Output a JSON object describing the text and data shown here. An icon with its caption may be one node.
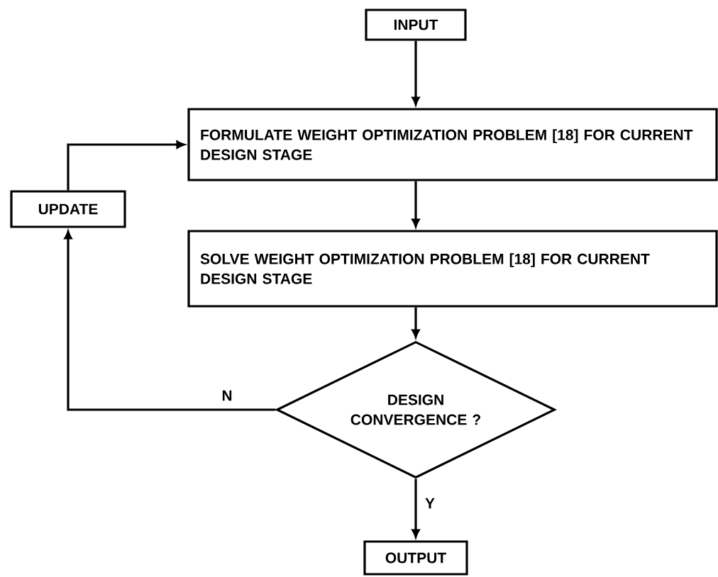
{
  "diagram": {
    "nodes": [
      {
        "text": [
          "INPUT"
        ]
      },
      {
        "text": [
          "FORMULATE WEIGHT OPTIMIZATION PROBLEM [18] FOR CURRENT DESIGN STAGE"
        ]
      },
      {
        "text": [
          "UPDATE"
        ]
      },
      {
        "text": [
          "SOLVE WEIGHT OPTIMIZATION PROBLEM [18] FOR CURRENT DESIGN STAGE"
        ]
      },
      {
        "text": [
          "DESIGN CONVERGENCE ?"
        ]
      },
      {
        "text": [
          "OUTPUT"
        ]
      }
    ],
    "edges": [
      {
        "from": 0,
        "to": 1,
        "arrow": "to"
      },
      {
        "from": 1,
        "to": 3,
        "arrow": "to"
      },
      {
        "from": 3,
        "to": 4,
        "arrow": "to"
      },
      {
        "from": 4,
        "to": 2,
        "arrow": "to",
        "label": "N"
      },
      {
        "from": 2,
        "to": 1,
        "arrow": "to"
      },
      {
        "from": 4,
        "to": 5,
        "arrow": "to",
        "label": "Y"
      }
    ]
  }
}
